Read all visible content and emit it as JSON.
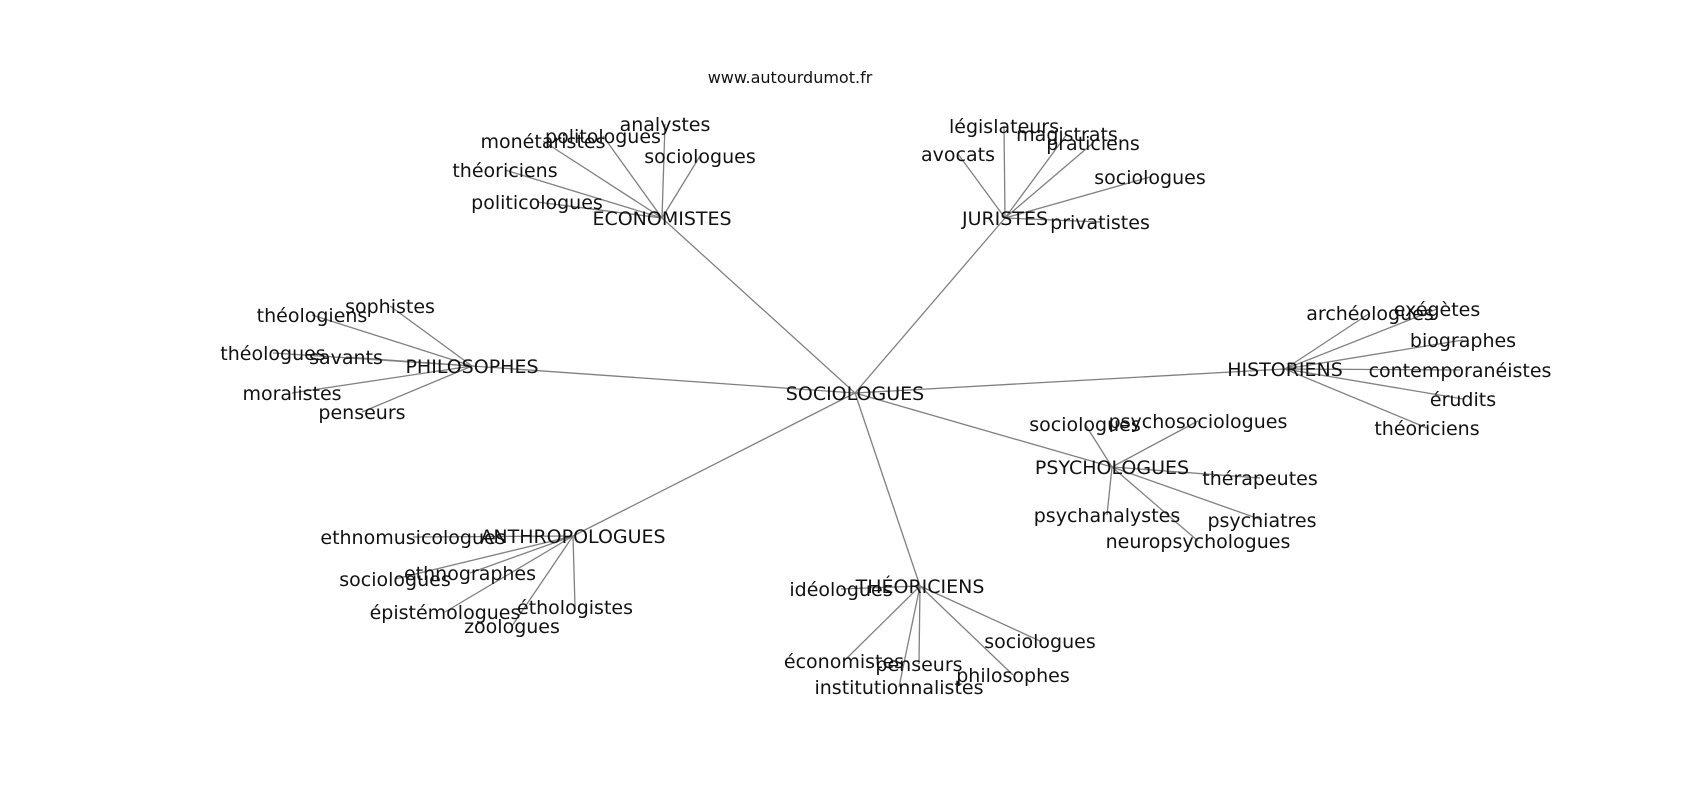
{
  "site": "www.autourdumot.fr",
  "root": "SOCIOLOGUES",
  "groups": [
    {
      "label": "ÉCONOMISTES",
      "children": [
        "analystes",
        "politologues",
        "monétaristes",
        "sociologues",
        "théoriciens",
        "politicologues"
      ]
    },
    {
      "label": "JURISTES",
      "children": [
        "législateurs",
        "magistrats",
        "avocats",
        "praticiens",
        "sociologues",
        "privatistes"
      ]
    },
    {
      "label": "PHILOSOPHES",
      "children": [
        "sophistes",
        "théologiens",
        "théologues",
        "savants",
        "moralistes",
        "penseurs"
      ]
    },
    {
      "label": "HISTORIENS",
      "children": [
        "archéologues",
        "exégètes",
        "biographes",
        "contemporanéistes",
        "érudits",
        "théoriciens"
      ]
    },
    {
      "label": "PSYCHOLOGUES",
      "children": [
        "sociologues",
        "psychosociologues",
        "thérapeutes",
        "psychanalystes",
        "psychiatres",
        "neuropsychologues"
      ]
    },
    {
      "label": "ANTHROPOLOGUES",
      "children": [
        "ethnomusicologues",
        "sociologues",
        "ethnographes",
        "épistémologues",
        "éthologistes",
        "zoologues"
      ]
    },
    {
      "label": "THÉORICIENS",
      "children": [
        "idéologues",
        "sociologues",
        "économistes",
        "penseurs",
        "philosophes",
        "institutionnalistes"
      ]
    }
  ]
}
